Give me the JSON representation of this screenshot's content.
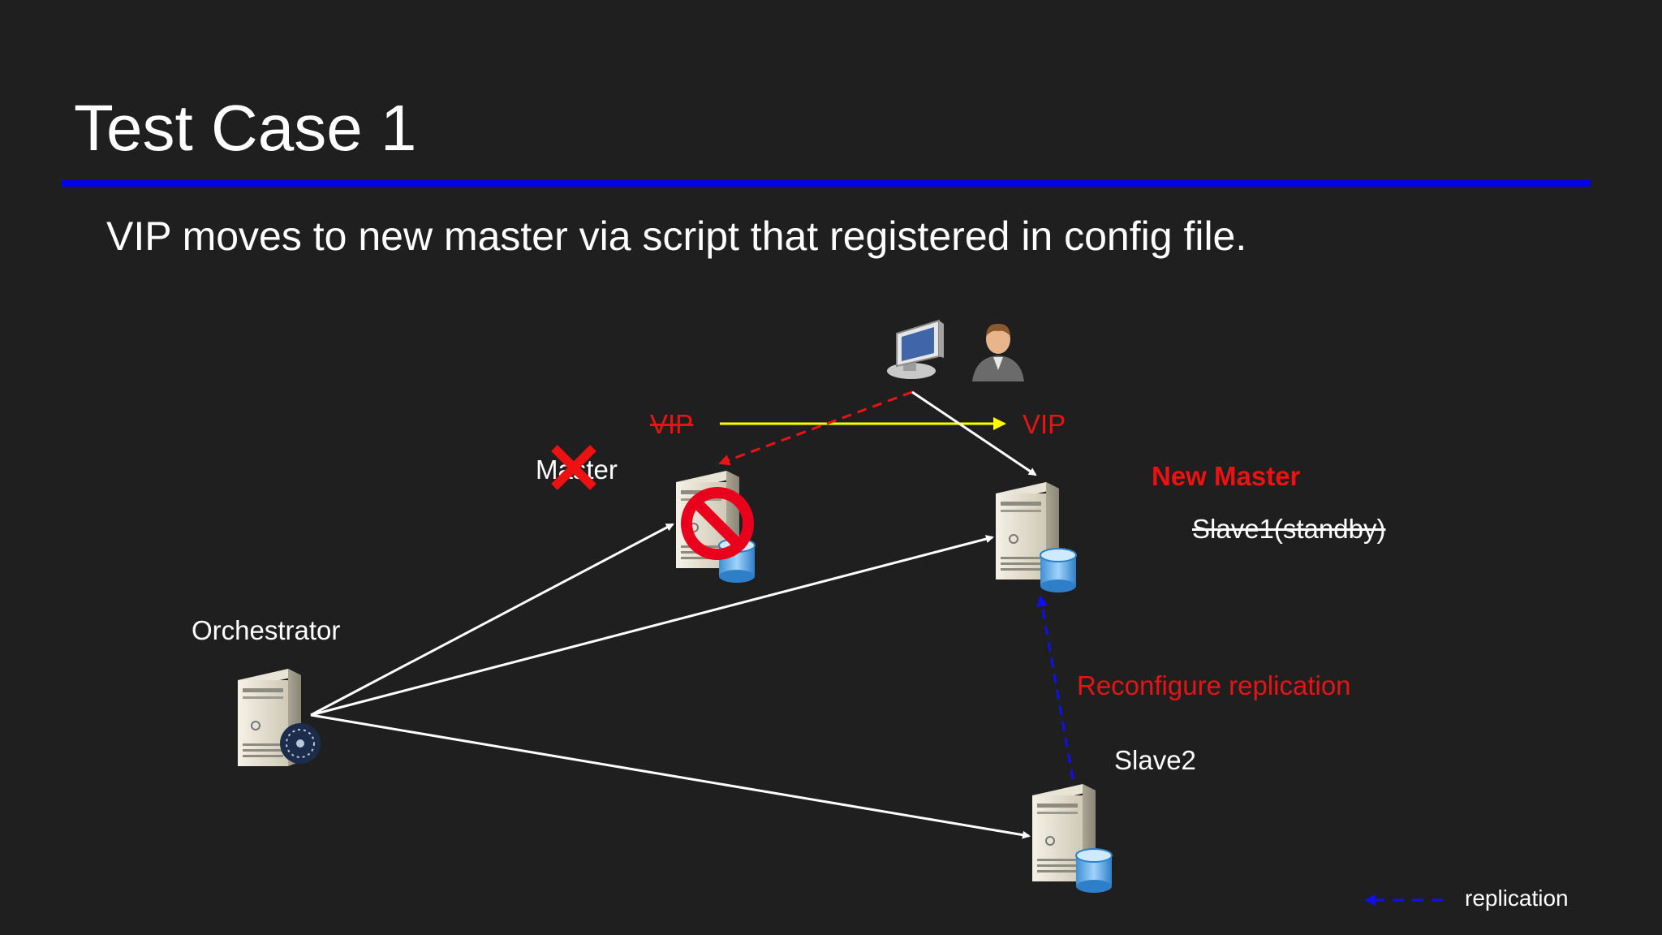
{
  "slide": {
    "title": "Test Case 1",
    "subtitle": "VIP moves to new master via script that registered in config file."
  },
  "diagram": {
    "labels": {
      "orchestrator": "Orchestrator",
      "master": "Master",
      "vip_old": "VIP",
      "vip_new": "VIP",
      "new_master": "New Master",
      "slave1": "Slave1(standby)",
      "reconfigure": "Reconfigure replication",
      "slave2": "Slave2"
    },
    "legend": {
      "replication": "replication"
    },
    "icons": [
      "computer-icon",
      "user-icon",
      "server-icon",
      "database-icon",
      "blocked-icon",
      "x-mark-icon",
      "orchestrator-badge-icon"
    ],
    "colors": {
      "background": "#1f1f20",
      "title_rule": "#0000ee",
      "vip_arrow": "#ffff00",
      "failed_arrow": "#e81414",
      "replication_arrow": "#1010ee",
      "alert_text": "#ee1111"
    }
  }
}
